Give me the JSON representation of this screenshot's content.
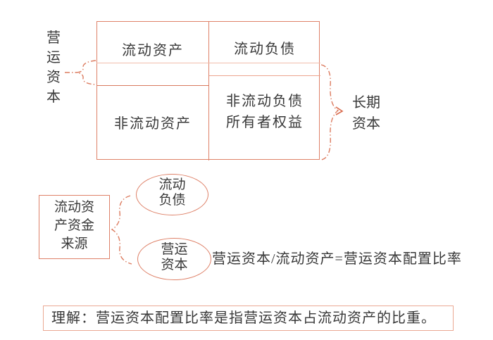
{
  "colors": {
    "accent": "#DE8168",
    "table_line_light": "#F0BCAA",
    "table_line_mid": "#ECA48D",
    "table_line_dark": "#D97A5E",
    "note_border": "#EBA893",
    "text": "#383838"
  },
  "top_diagram": {
    "left_label": "营\n运\n资\n本",
    "table": {
      "current_assets": "流动资产",
      "current_liabilities": "流动负债",
      "noncurrent_assets": "非流动资产",
      "noncurrent_liab_equity": "非流动负债\n所有者权益"
    },
    "right_label": "长期\n资本"
  },
  "middle_diagram": {
    "source_box": "流动资\n产资金\n来源",
    "ellipse_current_liabilities": "流动\n负债",
    "ellipse_working_capital": "营运\n资本",
    "formula": "营运资本/流动资产=营运资本配置比率"
  },
  "note": "理解：营运资本配置比率是指营运资本占流动资产的比重。"
}
